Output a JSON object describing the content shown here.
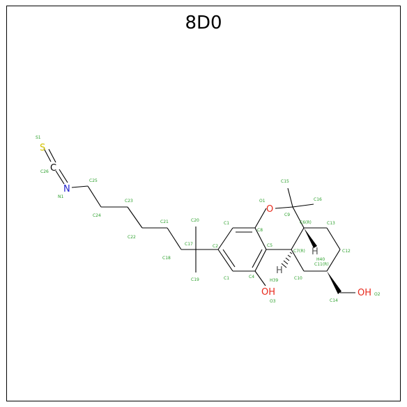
{
  "title": "8D0",
  "colors": {
    "bond": "#000000",
    "carbon_label": "#2ca02c",
    "oxygen": "#e8291c",
    "nitrogen": "#2222cc",
    "sulfur": "#d4c200",
    "hydrogen": "#555555"
  },
  "atom_labels": {
    "S1": "S1",
    "C26": "C26",
    "N1": "N1",
    "C25": "C25",
    "C24": "C24",
    "C23": "C23",
    "C22": "C22",
    "C21": "C21",
    "C18": "C18",
    "C20": "C20",
    "C17": "C17",
    "C19": "C19",
    "C1a": "C1",
    "C2": "C2",
    "C1b": "C1",
    "C8": "C8",
    "O1": "O1",
    "C15": "C15",
    "C16": "C16",
    "C9": "C9",
    "C6R": "C6(R)",
    "C13": "C13",
    "C12": "C12",
    "C5": "C5",
    "C7R": "C7(R)",
    "H40": "H40",
    "C11R": "C11(R)",
    "C4": "C4",
    "H39": "H39",
    "C10": "C10",
    "C14": "C14",
    "O3": "O3",
    "O2": "O2"
  },
  "element_symbols": {
    "S": "S",
    "C": "C",
    "N": "N",
    "O_ring": "O",
    "OH_phenol": "OH",
    "OH_alcohol": "OH",
    "H_a": "H",
    "H_b": "H"
  }
}
